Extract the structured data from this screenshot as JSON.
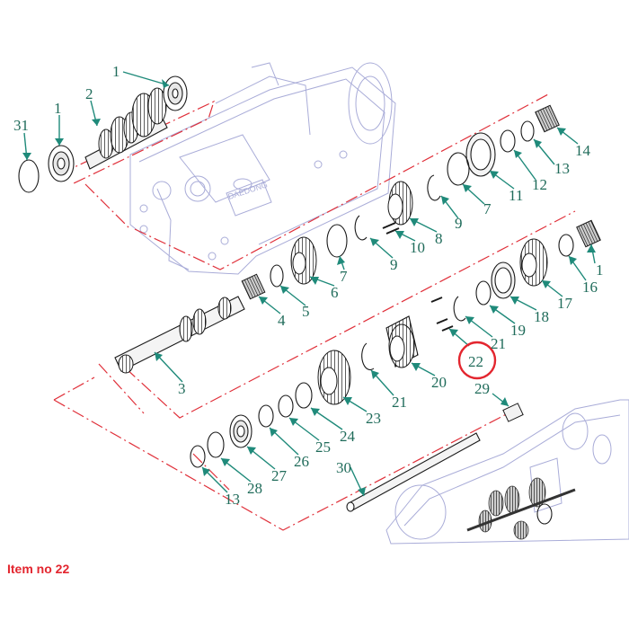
{
  "caption": "Item no 22",
  "colors": {
    "callout": "#1f6b5a",
    "leader": "#1f8a7a",
    "centerline": "#e0303a",
    "housing": "#a9acd8",
    "highlight": "#e3262f"
  },
  "callouts": {
    "c1a": "1",
    "c31": "31",
    "c1b": "1",
    "c2": "2",
    "c14": "14",
    "c13a": "13",
    "c12": "12",
    "c11": "11",
    "c7a": "7",
    "c9a": "9",
    "c8": "8",
    "c10": "10",
    "c9b": "9",
    "c7b": "7",
    "c6": "6",
    "c5": "5",
    "c4": "4",
    "c3": "3",
    "c1c": "1",
    "c16": "16",
    "c17": "17",
    "c18": "18",
    "c19": "19",
    "c21a": "21",
    "c22": "22",
    "c29": "29",
    "c20": "20",
    "c21b": "21",
    "c23": "23",
    "c24": "24",
    "c25": "25",
    "c26": "26",
    "c27": "27",
    "c28": "28",
    "c13b": "13",
    "c30": "30"
  },
  "highlighted_item": "22",
  "brand_mark": "DAEDONG"
}
